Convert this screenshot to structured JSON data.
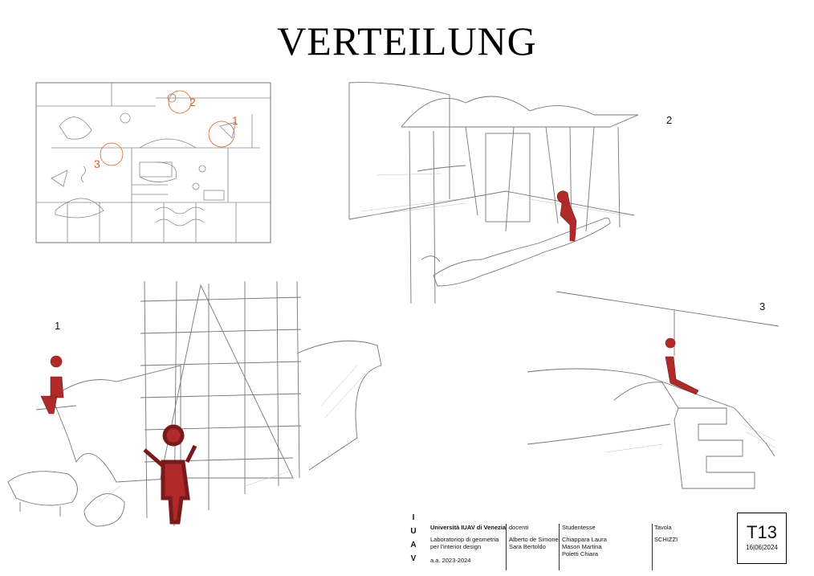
{
  "title": "VERTEILUNG",
  "labels": {
    "view1": "1",
    "view2": "2",
    "view3": "3",
    "plan1": "1",
    "plan2": "2",
    "plan3": "3"
  },
  "colors": {
    "accent": "#b12a2a",
    "plan_marker": "#e0601a",
    "line": "#777777"
  },
  "footer": {
    "logo_letters": [
      "I",
      "U",
      "A",
      "V"
    ],
    "university": "Università IUAV di Venezia",
    "course_line1": "Laboratoriop di geometria",
    "course_line2": "per l'interior design",
    "year": "a.a. 2023-2024",
    "docenti_label": "docenti",
    "docente1": "Alberto de Simone",
    "docente2": "Sara Bertoldo",
    "studenti_label": "Studentesse",
    "studente1": "Chiappara Laura",
    "studente2": "Mason Martina",
    "studente3": "Poletti Chiara",
    "tavola_label": "Tavola",
    "tavola_value": "SCHIZZI",
    "sheet_code": "T13",
    "sheet_date": "16|06|2024"
  }
}
